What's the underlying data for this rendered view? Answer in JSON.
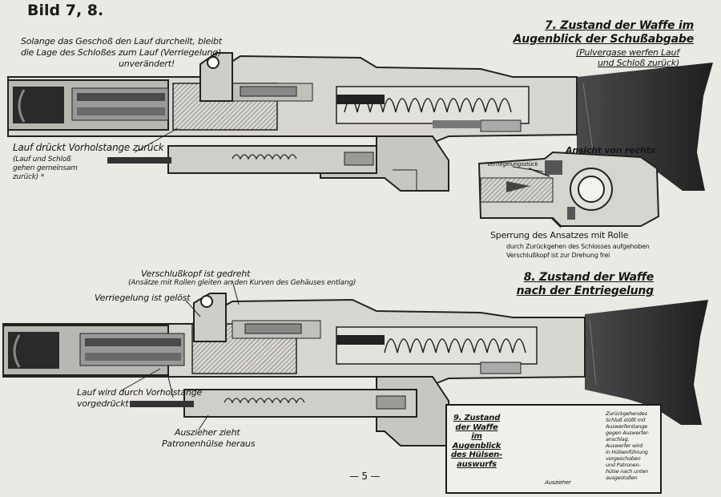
{
  "figure_title": "Bild 7, 8.",
  "page_number": "— 5 —",
  "fig7": {
    "heading_line1": "7. Zustand der Waffe im",
    "heading_line2": "Augenblick der Schußabgabe",
    "subheading_line1": "(Pulvergase werfen Lauf",
    "subheading_line2": "und Schloß zurück)",
    "note_lock_line1": "Solange das Geschoß den Lauf durcheilt, bleibt",
    "note_lock_line2": "die Lage des Schloßes zum Lauf (Verriegelung)",
    "note_lock_line3": "unverändert!",
    "note_barrel_main": "Lauf drückt Vorholstange zurück",
    "note_barrel_line2": "(Lauf und Schloß",
    "note_barrel_line3": "gehen gemeinsam",
    "note_barrel_line4": "zurück) *",
    "right_view_label": "Ansicht von rechts",
    "locking_piece_label": "Verriegelungsstück",
    "lock_caption_line1": "Sperrung des Ansatzes mit Rolle",
    "lock_caption_line2": "durch Zurückgehen des Schlosses aufgehoben",
    "lock_caption_line3": "Verschlußkopf ist zur Drehung frei"
  },
  "fig8": {
    "heading_line1": "8. Zustand der Waffe",
    "heading_line2": "nach der Entriegelung",
    "note_head_line1": "Verschlußkopf ist gedreht",
    "note_head_line2": "(Ansätze mit Rollen gleiten an den Kurven des Gehäuses entlang)",
    "note_unlocked": "Verriegelung ist gelöst",
    "note_barrel_line1": "Lauf wird durch Vorholstange",
    "note_barrel_line2": "vorgedrückt",
    "note_extractor_line1": "Auszieher zieht",
    "note_extractor_line2": "Patronenhülse heraus"
  },
  "fig9": {
    "heading_line1": "9. Zustand",
    "heading_line2": "der Waffe",
    "heading_line3": "im",
    "heading_line4": "Augenblick",
    "heading_line5": "des Hülsen-",
    "heading_line6": "auswurfs",
    "side_note_line1": "Zurückgehendes",
    "side_note_line2": "Schloß stößt mit",
    "side_note_line3": "Auswerferstange",
    "side_note_line4": "gegen Auswerfer-",
    "side_note_line5": "anschlag.",
    "side_note_line6": "Auswerfer wird",
    "side_note_line7": "in Hülsenführung",
    "side_note_line8": "vorgeschoben",
    "side_note_line9": "und Patronen-",
    "side_note_line10": "hülse nach unten",
    "side_note_line11": "ausgestoßen",
    "extractor_label": "Auszieher"
  }
}
